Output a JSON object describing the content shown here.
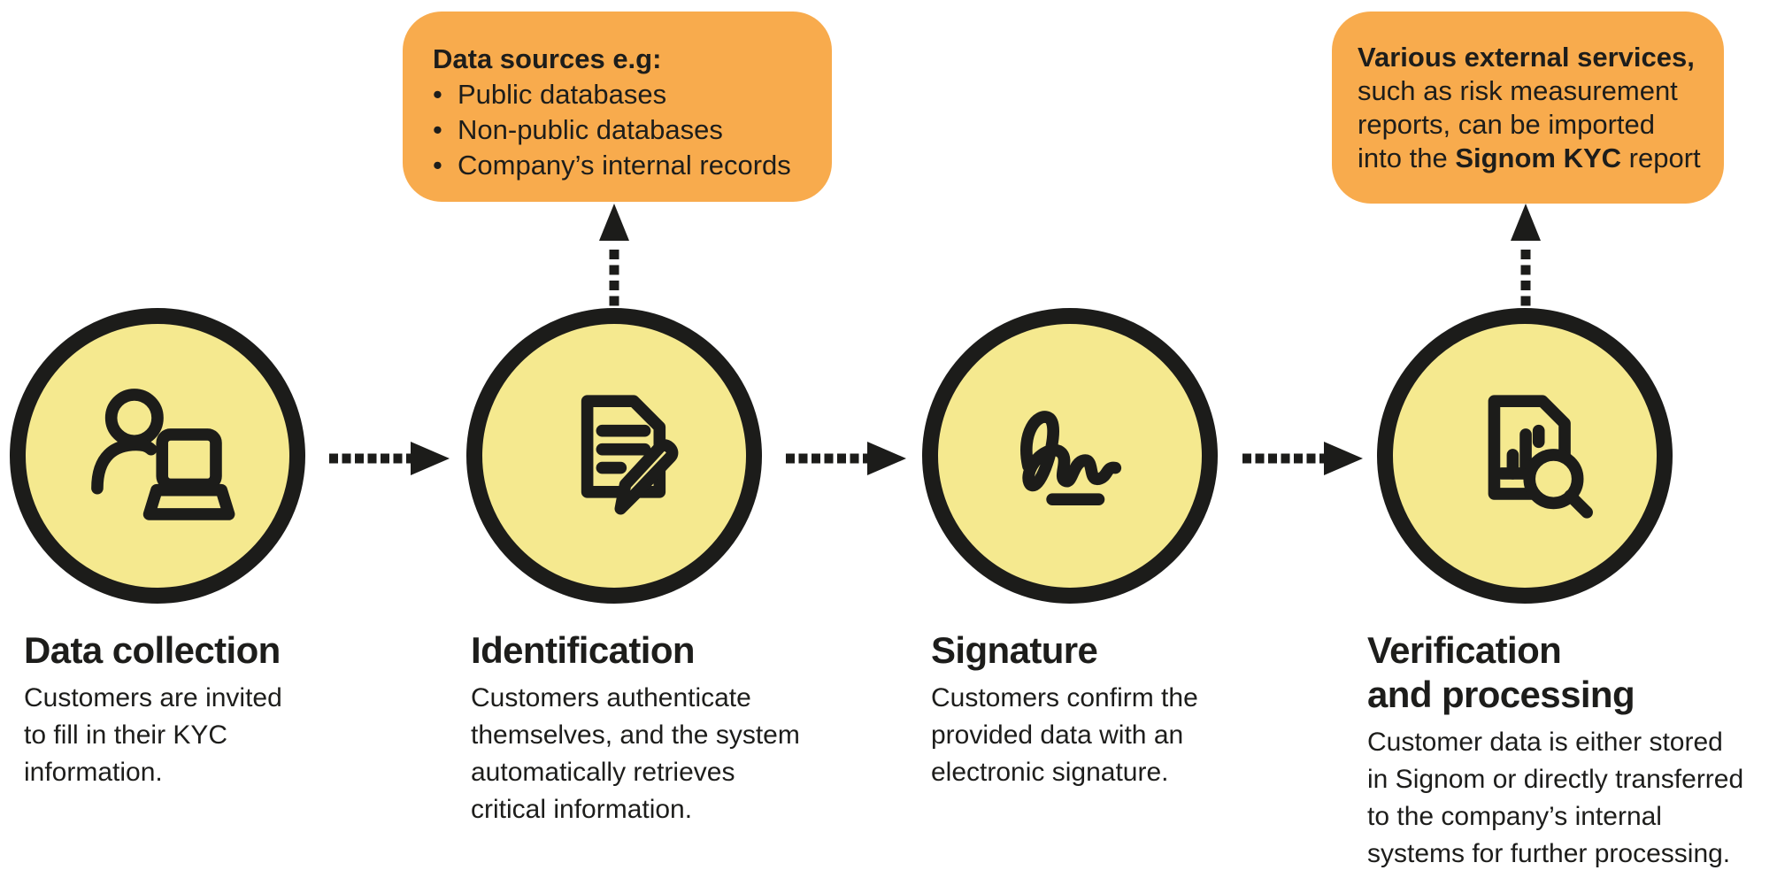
{
  "colors": {
    "background": "#ffffff",
    "circle_fill": "#F5E98F",
    "callout_fill": "#F8AB4D",
    "ink": "#1C1C1A",
    "text": "#1D1D1B"
  },
  "callout1": {
    "title": "Data sources e.g:",
    "bullet_marker": "•",
    "bullets": [
      "Public databases",
      "Non-public databases",
      "Company’s internal records"
    ]
  },
  "callout2": {
    "line1_bold": "Various external services,",
    "line2": "such as risk measurement",
    "line3": "reports, can be imported",
    "line4_pre": "into the ",
    "line4_bold": "Signom KYC",
    "line4_post": " report"
  },
  "steps": [
    {
      "icon": "person-laptop-icon",
      "title_lines": [
        "Data collection"
      ],
      "lines": [
        "Customers are invited",
        "to fill in their KYC",
        "information."
      ]
    },
    {
      "icon": "document-pencil-icon",
      "title_lines": [
        "Identification"
      ],
      "lines": [
        "Customers authenticate",
        "themselves, and the system",
        "automatically retrieves",
        "critical information."
      ]
    },
    {
      "icon": "signature-icon",
      "title_lines": [
        "Signature"
      ],
      "lines": [
        "Customers confirm the",
        "provided data with an",
        "electronic signature."
      ]
    },
    {
      "icon": "document-search-icon",
      "title_lines": [
        "Verification",
        "and processing"
      ],
      "lines": [
        "Customer data is either stored",
        "in Signom or directly transferred",
        "to the company’s internal",
        "systems for further processing."
      ]
    }
  ]
}
